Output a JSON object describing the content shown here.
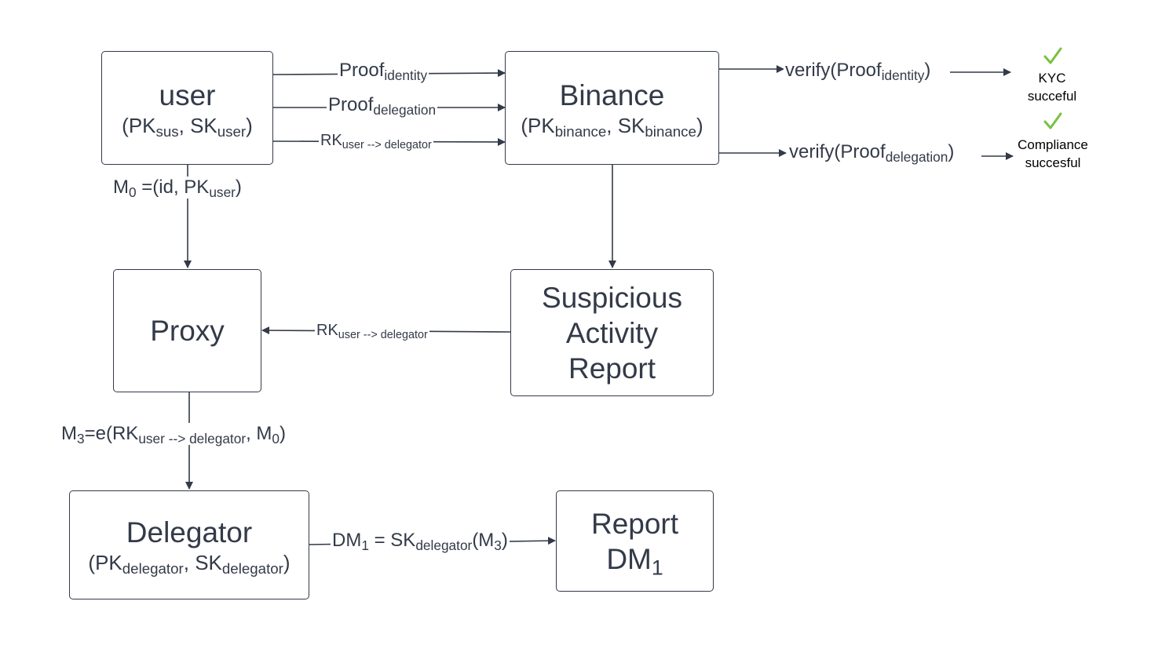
{
  "nodes": {
    "user": {
      "title": "user",
      "keys_open": "(PK",
      "key1_sub": "sus",
      "keys_mid": ", SK",
      "key2_sub": "user",
      "keys_close": ")"
    },
    "binance": {
      "title": "Binance",
      "keys_open": "(PK",
      "key1_sub": "binance",
      "keys_mid": ", SK",
      "key2_sub": "binance",
      "keys_close": ")"
    },
    "proxy": {
      "title": "Proxy"
    },
    "sar": {
      "line1": "Suspicious",
      "line2": "Activity",
      "line3": "Report"
    },
    "delegator": {
      "title": "Delegator",
      "keys_open": "(PK",
      "key1_sub": "delegator",
      "keys_mid": ", SK",
      "key2_sub": "delegator",
      "keys_close": ")"
    },
    "report": {
      "line1": "Report",
      "line2_main": "DM",
      "line2_sub": "1"
    }
  },
  "edges": {
    "proof_identity": {
      "main": "Proof",
      "sub": "identity"
    },
    "proof_delegation": {
      "main": "Proof",
      "sub": "delegation"
    },
    "rk_to_binance": {
      "main": "RK",
      "sub": "user --> delegator"
    },
    "verify_identity": {
      "main": "verify(Proof",
      "sub": "identity",
      "close": ")"
    },
    "verify_delegation": {
      "main": "verify(Proof",
      "sub": "delegation",
      "close": ")"
    },
    "m0": {
      "p1": "M",
      "s1": "0",
      "p2": " =(id, PK",
      "s2": "user",
      "p3": ")"
    },
    "rk_to_proxy": {
      "main": "RK",
      "sub": "user --> delegator"
    },
    "m3": {
      "p1": "M",
      "s1": "3",
      "p2": "=e(RK",
      "s2": "user --> delegator",
      "p3": ", M",
      "s3": "0",
      "p4": ")"
    },
    "dm1": {
      "p1": "DM",
      "s1": "1",
      "p2": " = SK",
      "s2": "delegator",
      "p3": "(M",
      "s3": "3",
      "p4": ")"
    }
  },
  "results": {
    "kyc": {
      "line1": "KYC",
      "line2": "succeful"
    },
    "compliance": {
      "line1": "Compliance",
      "line2": "succesful"
    }
  },
  "colors": {
    "stroke": "#333a48",
    "check": "#7ac142",
    "background": "#ffffff"
  }
}
